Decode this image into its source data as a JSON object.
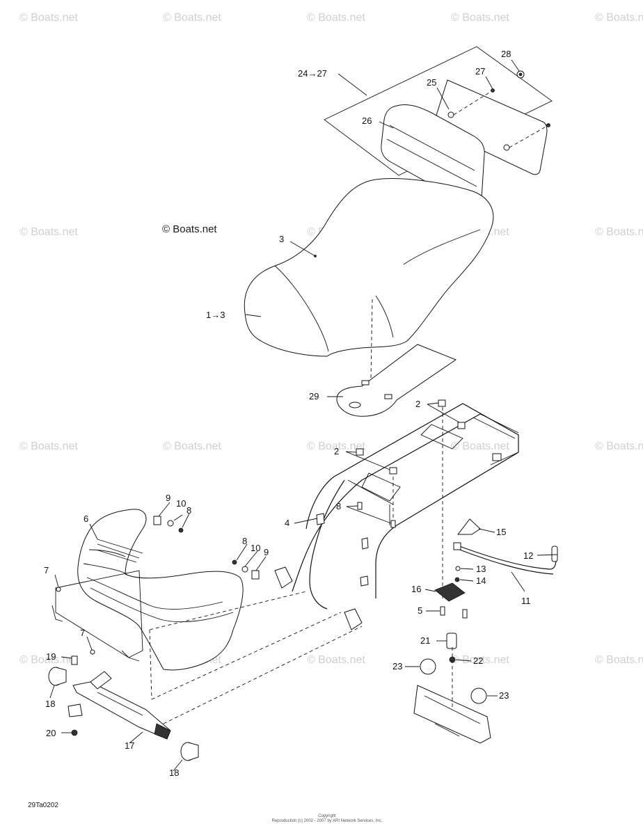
{
  "watermark": "© Boats.net",
  "brand_mark": "© Boats.net",
  "drawing_code": "29Ta0202",
  "copyright_lines": [
    "Copyright",
    "Reproduction (c) 2002 - 2007 by ARI Network Services, Inc."
  ],
  "callouts": {
    "c1_3": "1→3",
    "c2a": "2",
    "c2b": "2",
    "c3": "3",
    "c4": "4",
    "c5": "5",
    "c6": "6",
    "c7a": "7",
    "c7b": "7",
    "c8a": "8",
    "c8b": "8",
    "c8c": "8",
    "c9a": "9",
    "c9b": "9",
    "c10a": "10",
    "c10b": "10",
    "c11": "11",
    "c12": "12",
    "c13": "13",
    "c14": "14",
    "c15": "15",
    "c16": "16",
    "c17": "17",
    "c18a": "18",
    "c18b": "18",
    "c19": "19",
    "c20": "20",
    "c21": "21",
    "c22": "22",
    "c23a": "23",
    "c23b": "23",
    "c24_27": "24→27",
    "c25": "25",
    "c26": "26",
    "c27": "27",
    "c28": "28",
    "c29": "29"
  }
}
